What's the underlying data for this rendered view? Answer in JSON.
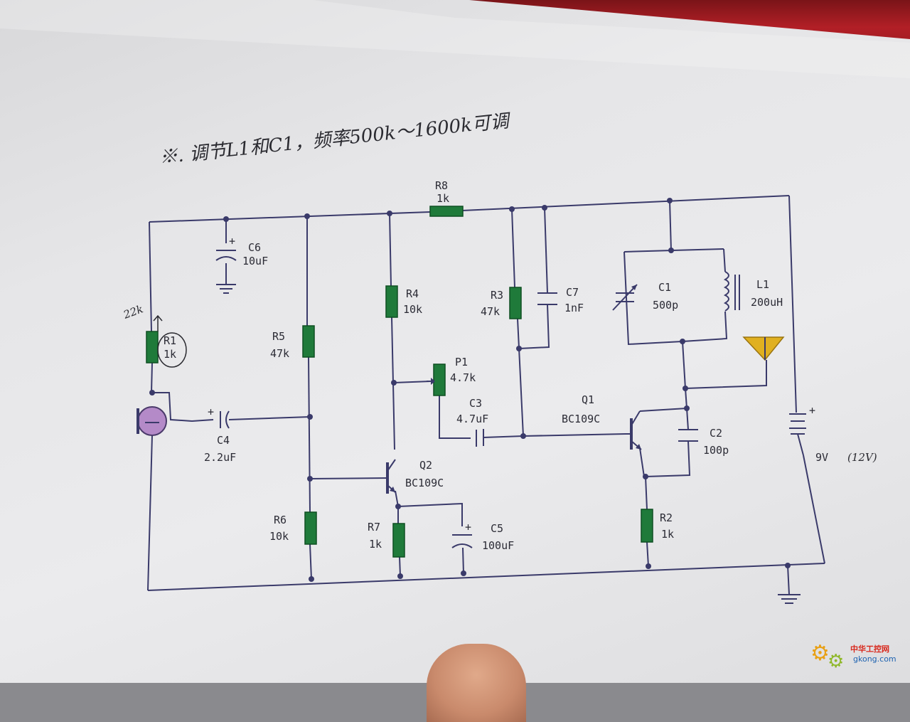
{
  "note": "※. 调节L1和C1，频率500k～1600k可调",
  "r1_handwritten_value": "22k",
  "supply_handwritten": "(12V)",
  "components": {
    "R8": {
      "name": "R8",
      "value": "1k"
    },
    "C6": {
      "name": "C6",
      "value": "10uF"
    },
    "R1": {
      "name": "R1",
      "value": "1k"
    },
    "R5": {
      "name": "R5",
      "value": "47k"
    },
    "R4": {
      "name": "R4",
      "value": "10k"
    },
    "R3": {
      "name": "R3",
      "value": "47k"
    },
    "C7": {
      "name": "C7",
      "value": "1nF"
    },
    "C1": {
      "name": "C1",
      "value": "500p"
    },
    "L1": {
      "name": "L1",
      "value": "200uH"
    },
    "P1": {
      "name": "P1",
      "value": "4.7k"
    },
    "C4": {
      "name": "C4",
      "value": "2.2uF"
    },
    "C3": {
      "name": "C3",
      "value": "4.7uF"
    },
    "Q1": {
      "name": "Q1",
      "value": "BC109C"
    },
    "C2": {
      "name": "C2",
      "value": "100p"
    },
    "Q2": {
      "name": "Q2",
      "value": "BC109C"
    },
    "R6": {
      "name": "R6",
      "value": "10k"
    },
    "R7": {
      "name": "R7",
      "value": "1k"
    },
    "C5": {
      "name": "C5",
      "value": "100uF"
    },
    "R2": {
      "name": "R2",
      "value": "1k"
    },
    "BAT": {
      "value": "9V"
    }
  },
  "watermark": {
    "title": "中华工控网",
    "url": "gkong.com"
  },
  "colors": {
    "wire": "#3a3a6a",
    "resistor": "#1f7a3a",
    "antenna": "#e0b020",
    "mic": "#b48ac8"
  }
}
